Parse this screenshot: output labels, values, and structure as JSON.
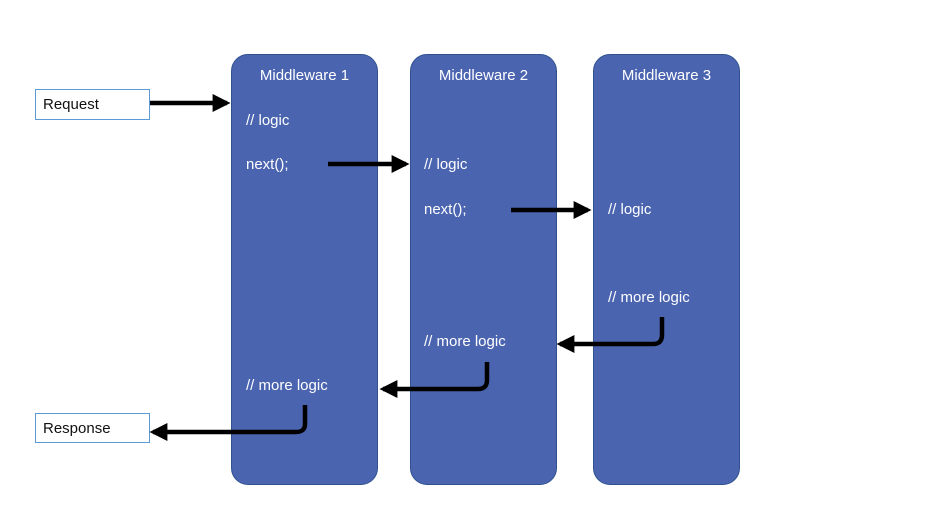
{
  "request_label": "Request",
  "response_label": "Response",
  "middlewares": [
    {
      "title": "Middleware 1",
      "logic": "// logic",
      "next": "next();",
      "more_logic": "// more logic"
    },
    {
      "title": "Middleware 2",
      "logic": "// logic",
      "next": "next();",
      "more_logic": "// more logic"
    },
    {
      "title": "Middleware 3",
      "logic": "// logic",
      "more_logic": "// more logic"
    }
  ],
  "colors": {
    "middleware_fill": "#4a64b0",
    "middleware_border": "#2f528f",
    "label_box_border": "#5b9bd5",
    "arrow": "#000000"
  }
}
